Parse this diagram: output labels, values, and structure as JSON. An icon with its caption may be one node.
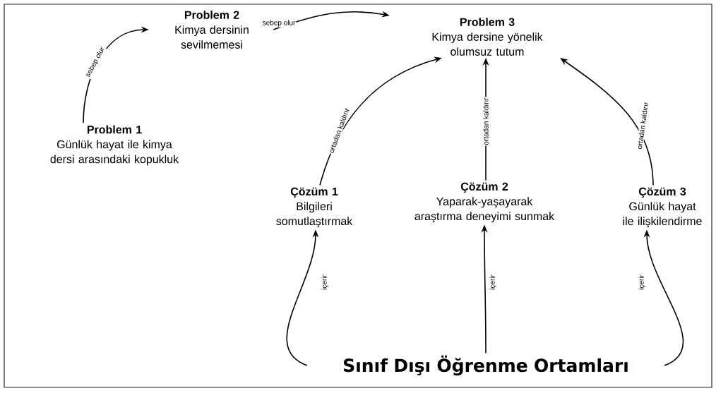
{
  "diagram": {
    "nodes": [
      {
        "text": [
          "Problem 1",
          "Günlük hayat ile kimya dersi arasındaki kopukluk"
        ]
      },
      {
        "text": [
          "Problem 2",
          "Kimya dersinin sevilmemesi"
        ]
      },
      {
        "text": [
          "Problem 3",
          "Kimya dersine yönelik olumsuz tutum"
        ]
      },
      {
        "text": [
          "Çözüm 1",
          "Bilgileri somutlaştırmak"
        ]
      },
      {
        "text": [
          "Çözüm 2",
          "Yaparak-yaşayarak araştırma deneyimi sunmak"
        ]
      },
      {
        "text": [
          "Çözüm 3",
          "Günlük hayat ile ilişkilendirme"
        ]
      },
      {
        "text": [
          "Sınıf Dışı Öğrenme Ortamları"
        ]
      }
    ],
    "edges": [
      {
        "from": 0,
        "to": 1,
        "arrow": "to",
        "label": "sebep olur"
      },
      {
        "from": 1,
        "to": 2,
        "arrow": "to",
        "label": "sebep olur"
      },
      {
        "from": 3,
        "to": 2,
        "arrow": "to",
        "label": "ortadan kaldırır"
      },
      {
        "from": 4,
        "to": 2,
        "arrow": "to",
        "label": "ortadan kaldırır"
      },
      {
        "from": 5,
        "to": 2,
        "arrow": "to",
        "label": "ortadan kaldırır"
      },
      {
        "from": 6,
        "to": 3,
        "arrow": "to",
        "label": "içerir"
      },
      {
        "from": 6,
        "to": 4,
        "arrow": "to",
        "label": "içerir"
      },
      {
        "from": 6,
        "to": 5,
        "arrow": "to",
        "label": "içerir"
      }
    ]
  }
}
